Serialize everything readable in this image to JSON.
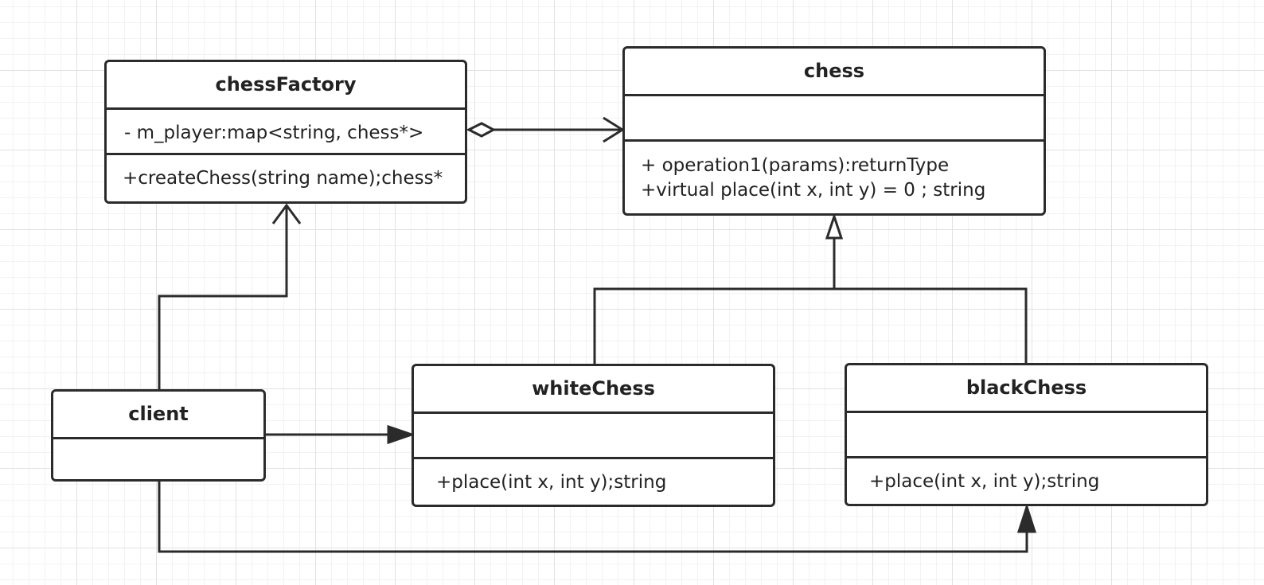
{
  "classes": {
    "chessFactory": {
      "name": "chessFactory",
      "attributes": [
        "-  m_player:map<string, chess*>"
      ],
      "operations": [
        "+createChess(string name);chess*"
      ]
    },
    "chess": {
      "name": "chess",
      "attributes": [],
      "operations": [
        "+ operation1(params):returnType",
        "+virtual place(int x, int y) = 0 ; string"
      ]
    },
    "client": {
      "name": "client",
      "attributes": [],
      "operations": []
    },
    "whiteChess": {
      "name": "whiteChess",
      "attributes": [],
      "operations": [
        "+place(int x, int y);string"
      ]
    },
    "blackChess": {
      "name": "blackChess",
      "attributes": [],
      "operations": [
        "+place(int x, int y);string"
      ]
    }
  },
  "relationships": [
    {
      "type": "aggregation",
      "from": "chessFactory",
      "to": "chess"
    },
    {
      "type": "dependency",
      "from": "client",
      "to": "chessFactory"
    },
    {
      "type": "association",
      "from": "client",
      "to": "whiteChess"
    },
    {
      "type": "association",
      "from": "client",
      "to": "blackChess"
    },
    {
      "type": "generalization",
      "from": "whiteChess",
      "to": "chess"
    },
    {
      "type": "generalization",
      "from": "blackChess",
      "to": "chess"
    }
  ],
  "colors": {
    "line": "#2b2b2b",
    "grid": "#e2e2e2",
    "background": "#ffffff"
  }
}
